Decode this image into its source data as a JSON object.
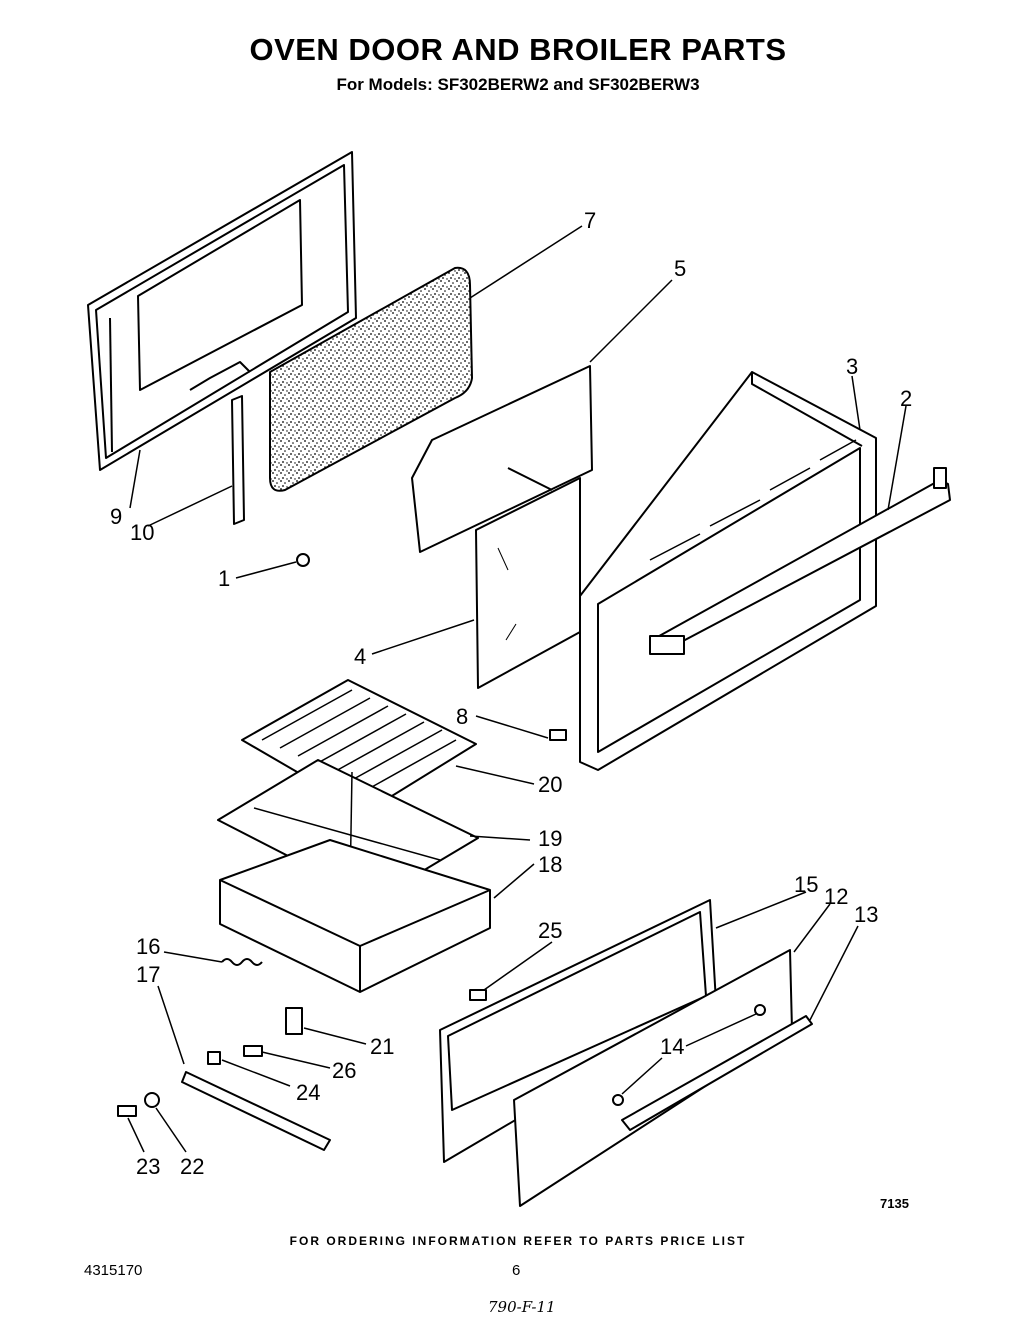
{
  "header": {
    "title": "OVEN DOOR AND BROILER PARTS",
    "subtitle": "For Models: SF302BERW2 and SF302BERW3"
  },
  "callouts": {
    "c1": "1",
    "c2": "2",
    "c3": "3",
    "c4": "4",
    "c5": "5",
    "c7": "7",
    "c8": "8",
    "c9": "9",
    "c10": "10",
    "c12": "12",
    "c13": "13",
    "c14": "14",
    "c15": "15",
    "c16": "16",
    "c17": "17",
    "c18": "18",
    "c19": "19",
    "c20": "20",
    "c21": "21",
    "c22": "22",
    "c23": "23",
    "c24": "24",
    "c25": "25",
    "c26": "26"
  },
  "footer": {
    "ordering_note": "FOR ORDERING INFORMATION REFER TO PARTS PRICE LIST",
    "doc_number": "4315170",
    "page_number": "6",
    "figure_number": "7135",
    "handwritten_note": "790-F-11"
  }
}
